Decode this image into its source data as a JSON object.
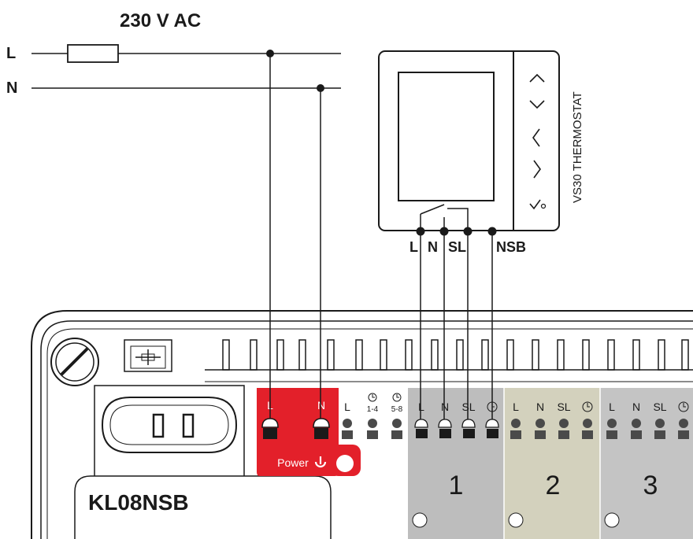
{
  "supply": {
    "voltage_label": "230 V AC",
    "line_l": "L",
    "line_n": "N"
  },
  "thermostat": {
    "name": "VS30 THERMOSTAT",
    "terminals": [
      "L",
      "N",
      "SL",
      "NSB"
    ]
  },
  "controller": {
    "model": "KL08NSB",
    "power_label": "Power",
    "power_terminals": [
      "L",
      "N"
    ],
    "aux_terminals": [
      {
        "label": "L"
      },
      {
        "label": "1-4"
      },
      {
        "label": "5-8"
      }
    ],
    "zones": [
      {
        "number": "1",
        "terminals": [
          "L",
          "N",
          "SL"
        ],
        "color": "#bdbdbd"
      },
      {
        "number": "2",
        "terminals": [
          "L",
          "N",
          "SL"
        ],
        "color": "#d3d1bd"
      },
      {
        "number": "3",
        "terminals": [
          "L",
          "N",
          "SL"
        ],
        "color": "#c4c4c4"
      }
    ]
  },
  "colors": {
    "power_block": "#e3202a",
    "wire": "#1a1a1a"
  }
}
